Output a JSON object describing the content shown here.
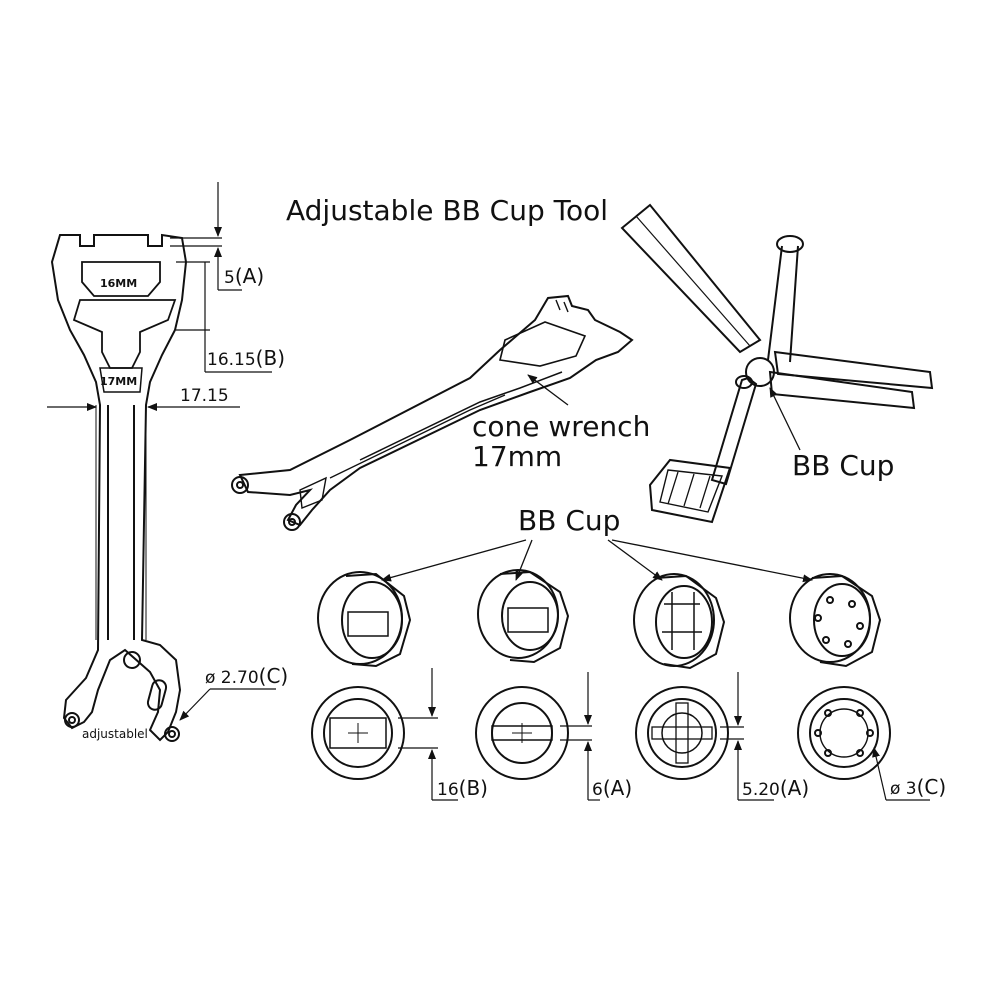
{
  "title": "Adjustable BB Cup Tool",
  "callouts": {
    "cone_wrench": "cone wrench",
    "cone_wrench_size": "17mm",
    "bb_cup_right": "BB Cup",
    "bb_cup_center": "BB Cup"
  },
  "wrench_labels": {
    "size_16": "16MM",
    "size_17": "17MM",
    "adjustable": "adjustablel"
  },
  "dimensions": {
    "dim_5a": "5",
    "dim_5a_tag": "(A)",
    "dim_1615b": "16.15",
    "dim_1615b_tag": "(B)",
    "dim_1715": "17.15",
    "dim_270c": "ø 2.70",
    "dim_270c_tag": "(C)",
    "dim_16b": "16",
    "dim_16b_tag": "(B)",
    "dim_6a": "6",
    "dim_6a_tag": "(A)",
    "dim_520a": "5.20",
    "dim_520a_tag": "(A)",
    "dim_3c": "ø 3",
    "dim_3c_tag": "(C)"
  },
  "colors": {
    "line": "#111111",
    "background": "#ffffff"
  }
}
